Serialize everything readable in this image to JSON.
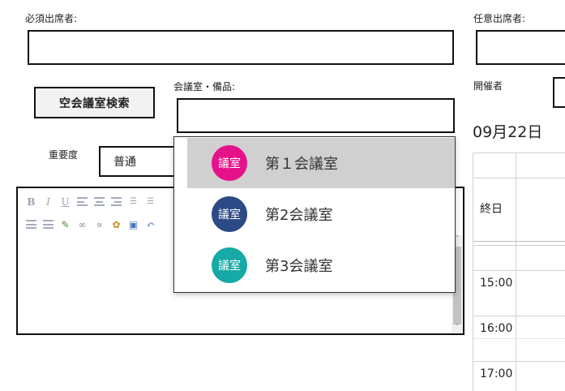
{
  "required_attendees": {
    "label": "必須出席者:"
  },
  "optional_attendees": {
    "label": "任意出席者:"
  },
  "search_button": {
    "label": "空会議室検索"
  },
  "room_field": {
    "label": "会議室・備品:",
    "value": ""
  },
  "organizer": {
    "label": "開催者"
  },
  "date": "09月22日",
  "priority": {
    "label": "重要度",
    "value": "普通"
  },
  "room_options": [
    {
      "badge": "議室",
      "name": "第１会議室",
      "color": "#e6128a",
      "selected": true
    },
    {
      "badge": "議室",
      "name": "第2会議室",
      "color": "#2b4a86",
      "selected": false
    },
    {
      "badge": "議室",
      "name": "第3会議室",
      "color": "#16a9a6",
      "selected": false
    }
  ],
  "calendar": {
    "all_day": "終日",
    "times": [
      "15:00",
      "16:00",
      "17:00"
    ]
  },
  "editor_toolbar": {
    "row1": [
      "bold-icon",
      "italic-icon",
      "underline-icon",
      "align-left-icon",
      "align-center-icon",
      "align-right-icon",
      "ordered-list-icon",
      "unordered-list-icon"
    ],
    "row2": [
      "outdent-icon",
      "indent-icon",
      "edit-icon",
      "link-icon",
      "unlink-icon",
      "palette-icon",
      "image-icon",
      "undo-icon"
    ]
  }
}
